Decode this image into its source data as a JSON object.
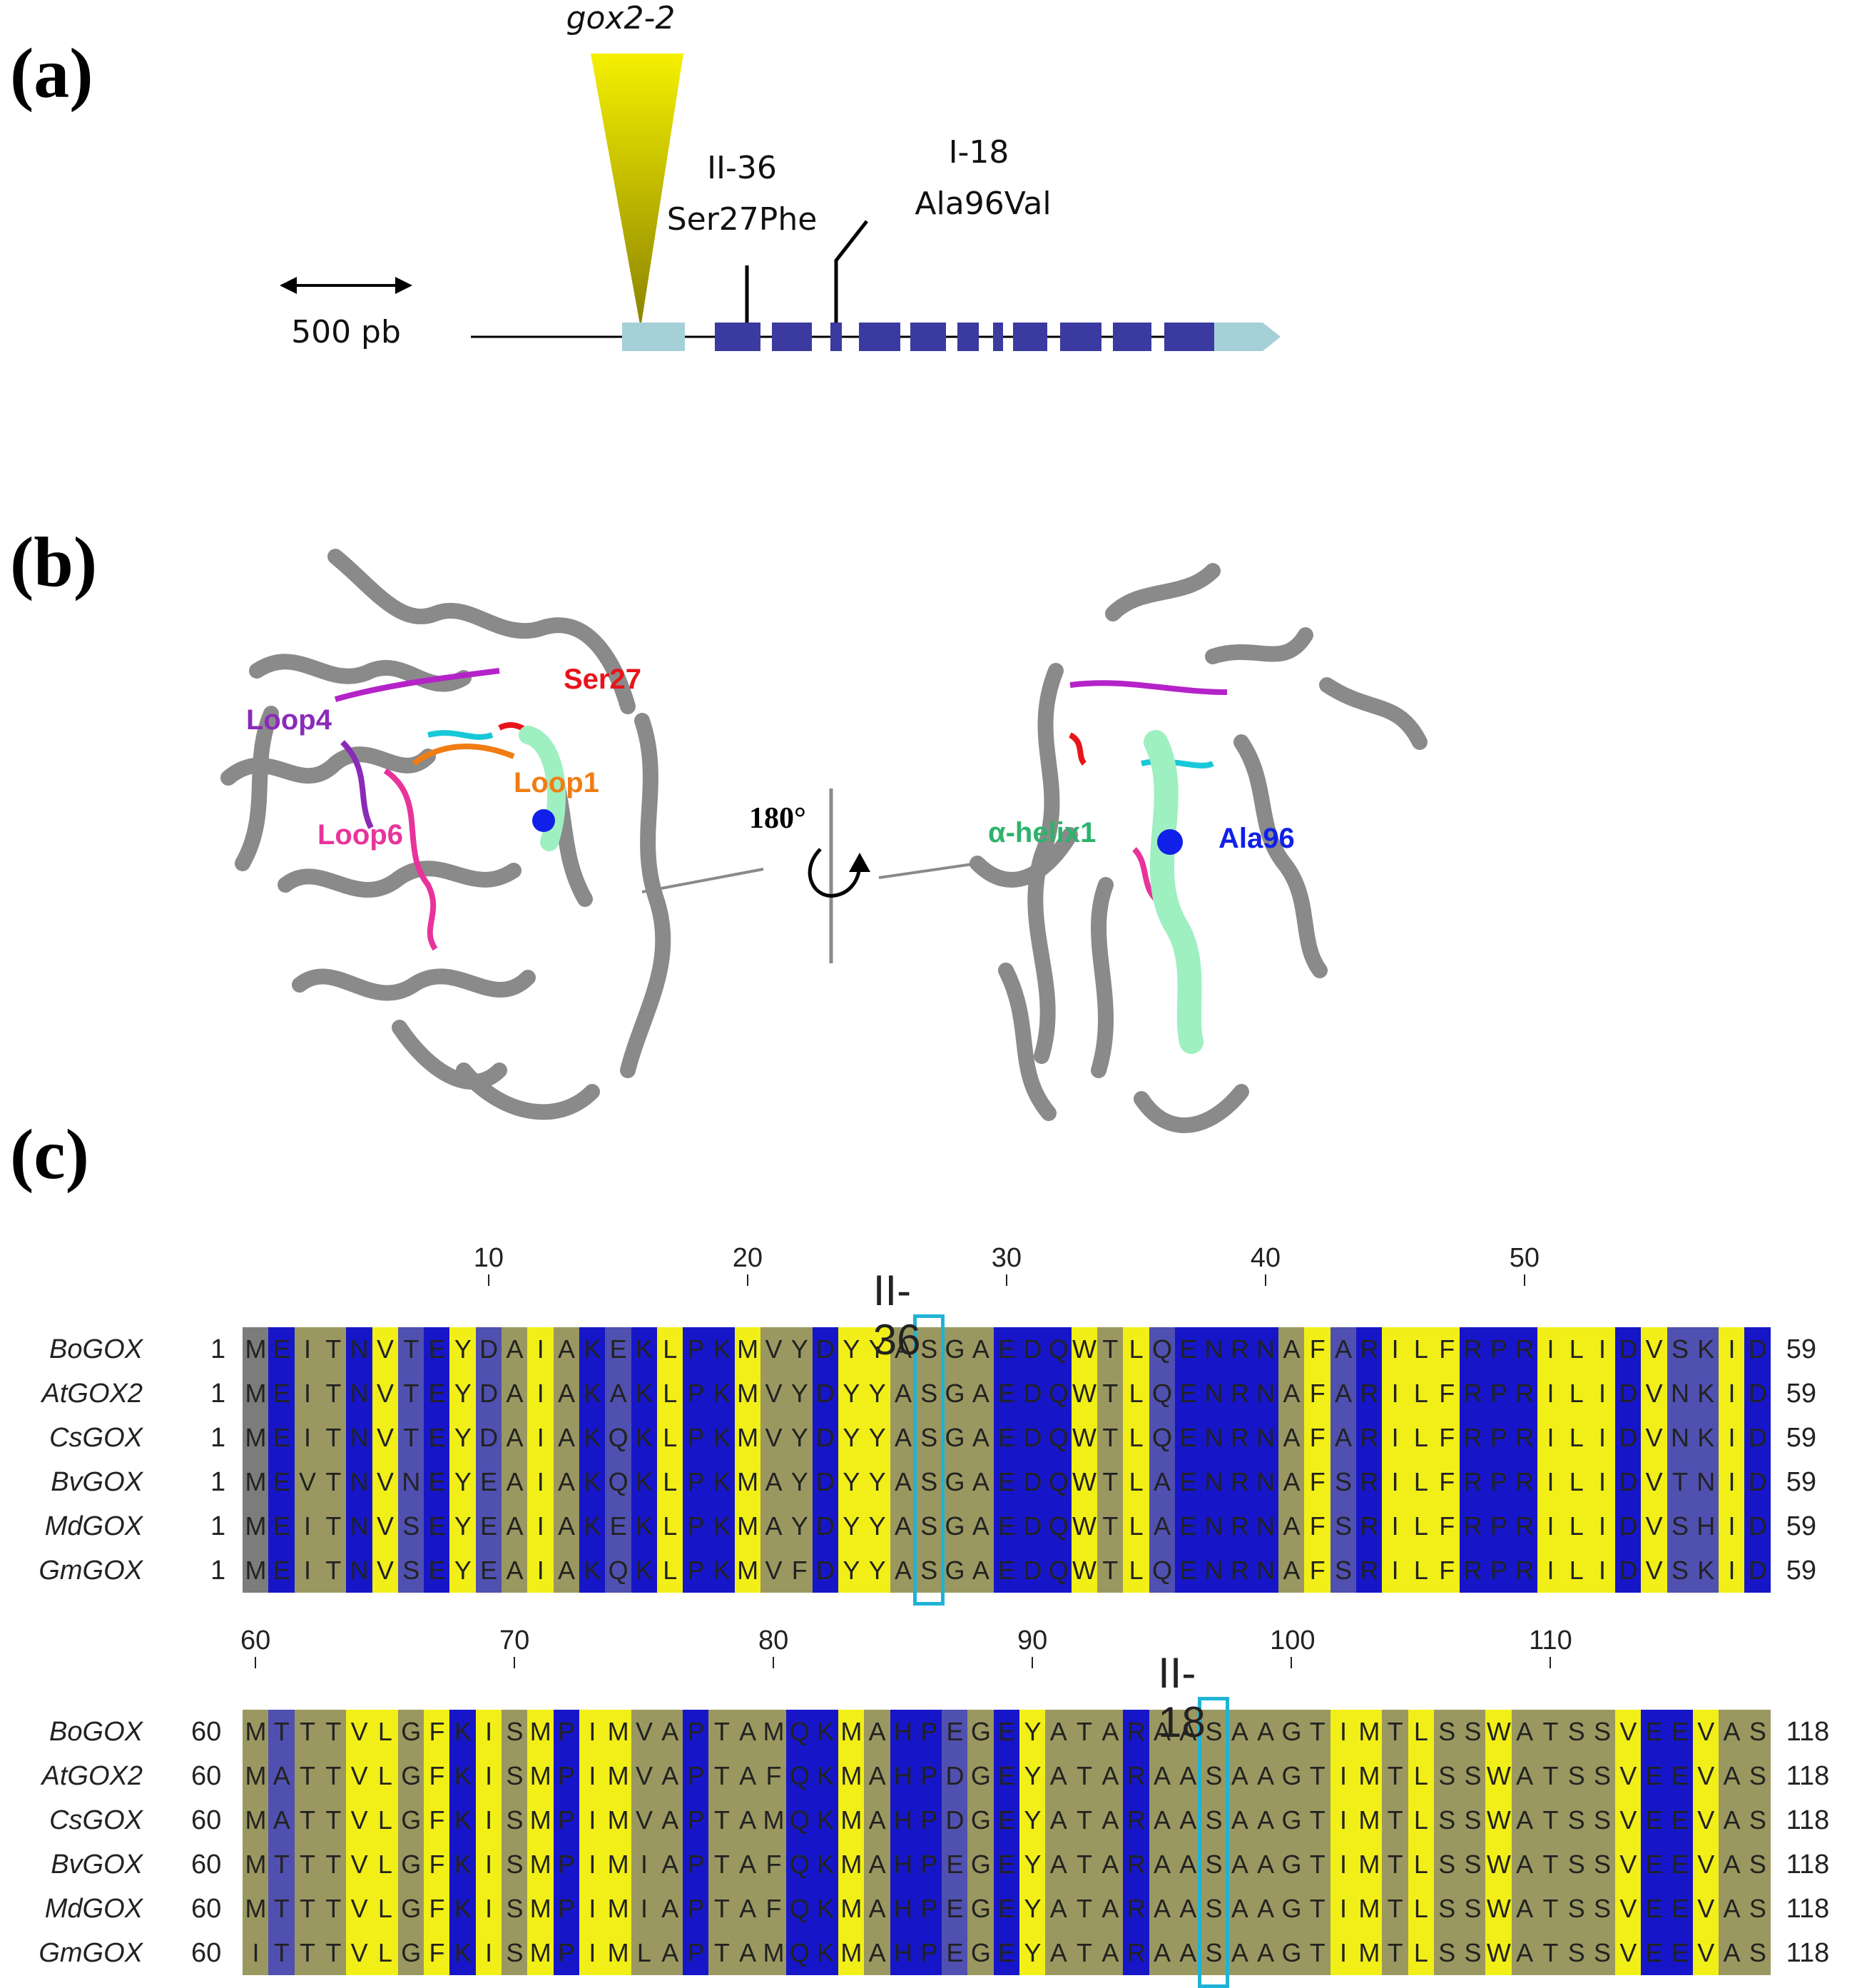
{
  "panels": {
    "a": "(a)",
    "b": "(b)",
    "c": "(c)"
  },
  "gene_model": {
    "insertion_label": "gox2-2",
    "scale_label": "500 pb",
    "mutation_1_line1": "II-36",
    "mutation_1_line2": "Ser27Phe",
    "mutation_2_line1": "I-18",
    "mutation_2_line2": "Ala96Val"
  },
  "structure": {
    "left_labels": {
      "ser27": "Ser27",
      "loop4": "Loop4",
      "loop1": "Loop1",
      "loop6": "Loop6"
    },
    "rotation": "180°",
    "right_labels": {
      "helix": "α-helix1",
      "ala96": "Ala96"
    },
    "colors": {
      "ser27": "#e8141b",
      "loop4": "#8a2bb8",
      "loop1": "#f07d13",
      "loop6": "#e8349a",
      "helix": "#2db36b",
      "ala96": "#1020e8",
      "protein": "#8a8a8a"
    }
  },
  "alignment": {
    "colors": {
      "identical": "#1616c8",
      "yellow": "#f2ef18",
      "similar": "#5050b0",
      "olive": "#9a9860",
      "gray": "#7c7c7c",
      "highlight": "#1fb3d6"
    },
    "blocks": [
      {
        "start": "1",
        "end": "59",
        "ruler": [
          "10",
          "20",
          "30",
          "40",
          "50"
        ],
        "highlight_label": "II-36",
        "rows": [
          {
            "name": "BoGOX",
            "seq": "MEITNVTEYDAIAKEKLPKMVYDYYASGAEDQWTLQENRNAFARILFRPRILIDVSKID"
          },
          {
            "name": "AtGOX2",
            "seq": "MEITNVTEYDAIAKAKLPKMVYDYYASGAEDQWTLQENRNAFARILFRPRILIDVNKID"
          },
          {
            "name": "CsGOX",
            "seq": "MEITNVTEYDAIAKQKLPKMVYDYYASGAEDQWTLQENRNAFARILFRPRILIDVNKID"
          },
          {
            "name": "BvGOX",
            "seq": "MEVTNVNEYEAIAKQKLPKMAYDYYASGAEDQWTLAENRNAFSRILFRPRILIDVTNID"
          },
          {
            "name": "MdGOX",
            "seq": "MEITNVSEYEAIAKEKLPKMAYDYYASGAEDQWTLAENRNAFSRILFRPRILIDVSHID"
          },
          {
            "name": "GmGOX",
            "seq": "MEITNVSEYEAIAKQKLPKMVFDYYASGAEDQWTLQENRNAFSRILFRPRILIDVSKID"
          }
        ]
      },
      {
        "start": "60",
        "end": "118",
        "ruler": [
          "60",
          "70",
          "80",
          "90",
          "100",
          "110"
        ],
        "highlight_label": "II-18",
        "rows": [
          {
            "name": "BoGOX",
            "seq": "MTTTVLGFKISMPIMVAPTAMQKMAHPEGEYATARAASAAGTIMTLSSWATSSVEEVAS"
          },
          {
            "name": "AtGOX2",
            "seq": "MATTVLGFKISMPIMVAPTAFQKMAHPDGEYATARAASAAGTIMTLSSWATSSVEEVAS"
          },
          {
            "name": "CsGOX",
            "seq": "MATTVLGFKISMPIMVAPTAMQKMAHPDGEYATARAASAAGTIMTLSSWATSSVEEVAS"
          },
          {
            "name": "BvGOX",
            "seq": "MTTTVLGFKISMPIMIAPTAFQKMAHPEGEYATARAASAAGTIMTLSSWATSSVEEVAS"
          },
          {
            "name": "MdGOX",
            "seq": "MTTTVLGFKISMPIMIAPTAFQKMAHPEGEYATARAASAAGTIMTLSSWATSSVEEVAS"
          },
          {
            "name": "GmGOX",
            "seq": "ITTTVLGFKISMPIMLAPTAMQKMAHPEGEYATARAASAAGTIMTLSSWATSSVEEVAS"
          }
        ]
      }
    ]
  }
}
